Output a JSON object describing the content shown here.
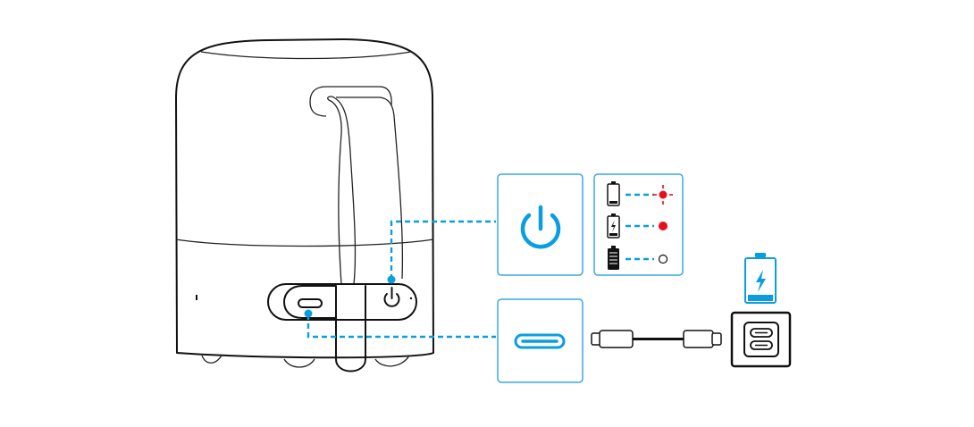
{
  "colors": {
    "accent": "#0a9ee0",
    "alert": "#e8101c",
    "line": "#111111",
    "box_border": "#3aa8e0"
  },
  "icons": [
    "speaker-illustration",
    "power-icon",
    "usb-c-port-icon",
    "battery-low-icon",
    "battery-charging-icon",
    "battery-full-icon",
    "led-blinking-red-icon",
    "led-solid-red-icon",
    "led-off-icon",
    "usb-c-cable-icon",
    "wall-charger-icon",
    "charging-battery-icon"
  ],
  "indicator_states": [
    {
      "battery": "low",
      "led": "blinking-red"
    },
    {
      "battery": "charging",
      "led": "solid-red"
    },
    {
      "battery": "full",
      "led": "off"
    }
  ]
}
